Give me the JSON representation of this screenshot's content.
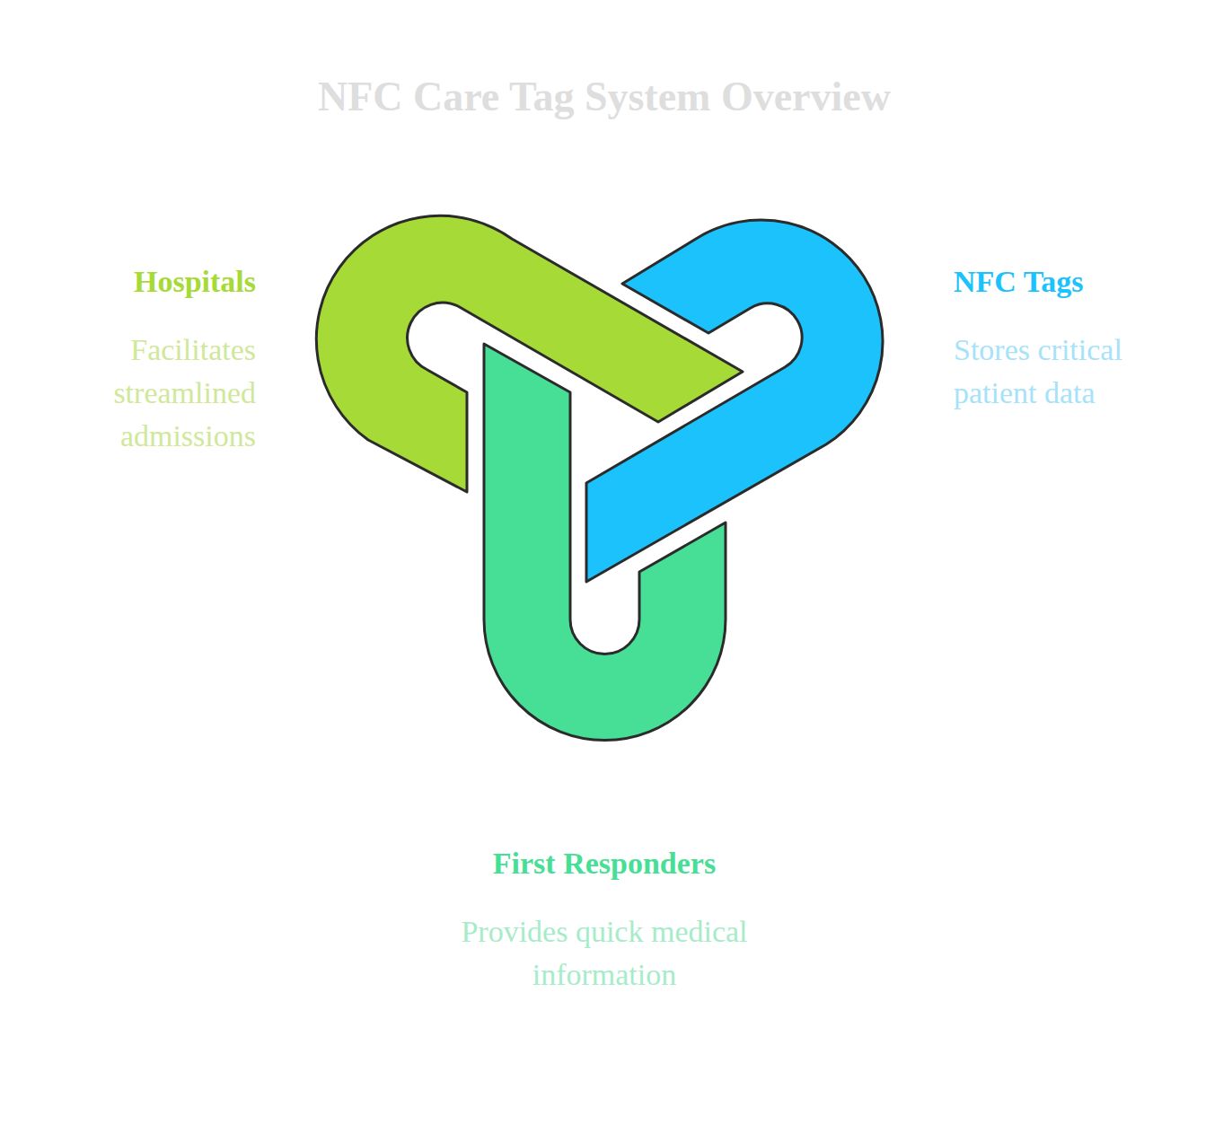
{
  "diagram": {
    "title": "NFC Care Tag System Overview",
    "nodes": [
      {
        "text": [
          "Hospitals",
          "Facilitates streamlined admissions"
        ]
      },
      {
        "text": [
          "NFC Tags",
          "Stores critical patient data"
        ]
      },
      {
        "text": [
          "First Responders",
          "Provides quick medical information"
        ]
      }
    ]
  }
}
